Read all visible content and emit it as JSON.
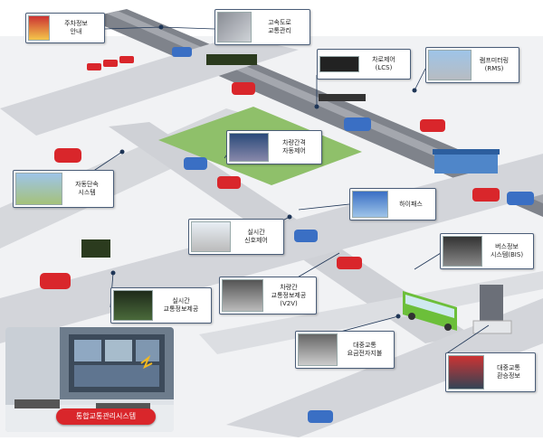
{
  "callouts": {
    "parking": "주차정보\n안내",
    "highway": "고속도로\n교통관리",
    "lane_control": "차로제어\n(LCS)",
    "ramp_metering": "램프미터링\n(RMS)",
    "vehicle_gap": "차량간격\n자동제어",
    "enforcement": "자동단속\n시스템",
    "hipass": "하이패스",
    "signal_control": "실시간\n신호제어",
    "bus_info": "버스정보\n시스템(BIS)",
    "realtime_traffic": "실시간\n교통정보제공",
    "v2v": "차량간\n교통정보제공\n(V2V)",
    "e_fare": "대중교통\n요금전자지불",
    "transfer_info": "대중교통\n환승정보"
  },
  "system_badge": "통합교통관리시스템",
  "colors": {
    "road": "#c9cbd0",
    "road_dark": "#8a8d95",
    "ground": "#eef0f2",
    "field": "#8fc06a",
    "car_red": "#d9262b",
    "car_blue": "#3a6fc4",
    "bus_green": "#6cbf3a",
    "badge_red": "#d9262b"
  }
}
